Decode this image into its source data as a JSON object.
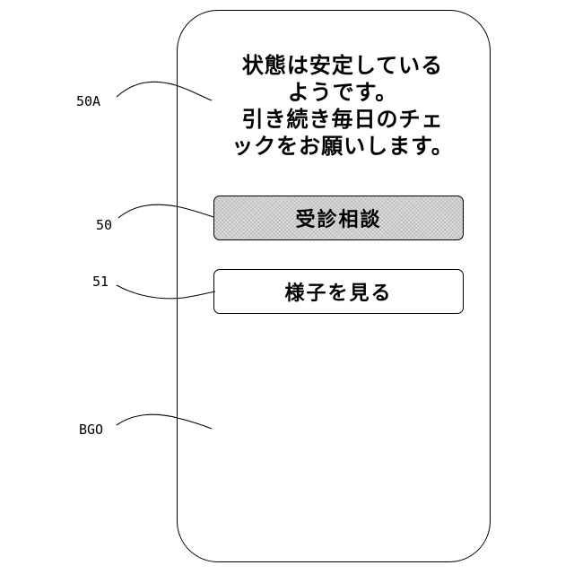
{
  "screen": {
    "message_lines": [
      "状態は安定している",
      "ようです。",
      "引き続き毎日のチェ",
      "ックをお願いします。"
    ],
    "consult_button_label": "受診相談",
    "wait_button_label": "様子を見る"
  },
  "reference_labels": {
    "message": "50A",
    "consult_button": "50",
    "wait_button": "51",
    "background": "BGO"
  },
  "colors": {
    "line": "#000000",
    "background": "#ffffff",
    "consult_button_fill": "#dcdcdc"
  }
}
